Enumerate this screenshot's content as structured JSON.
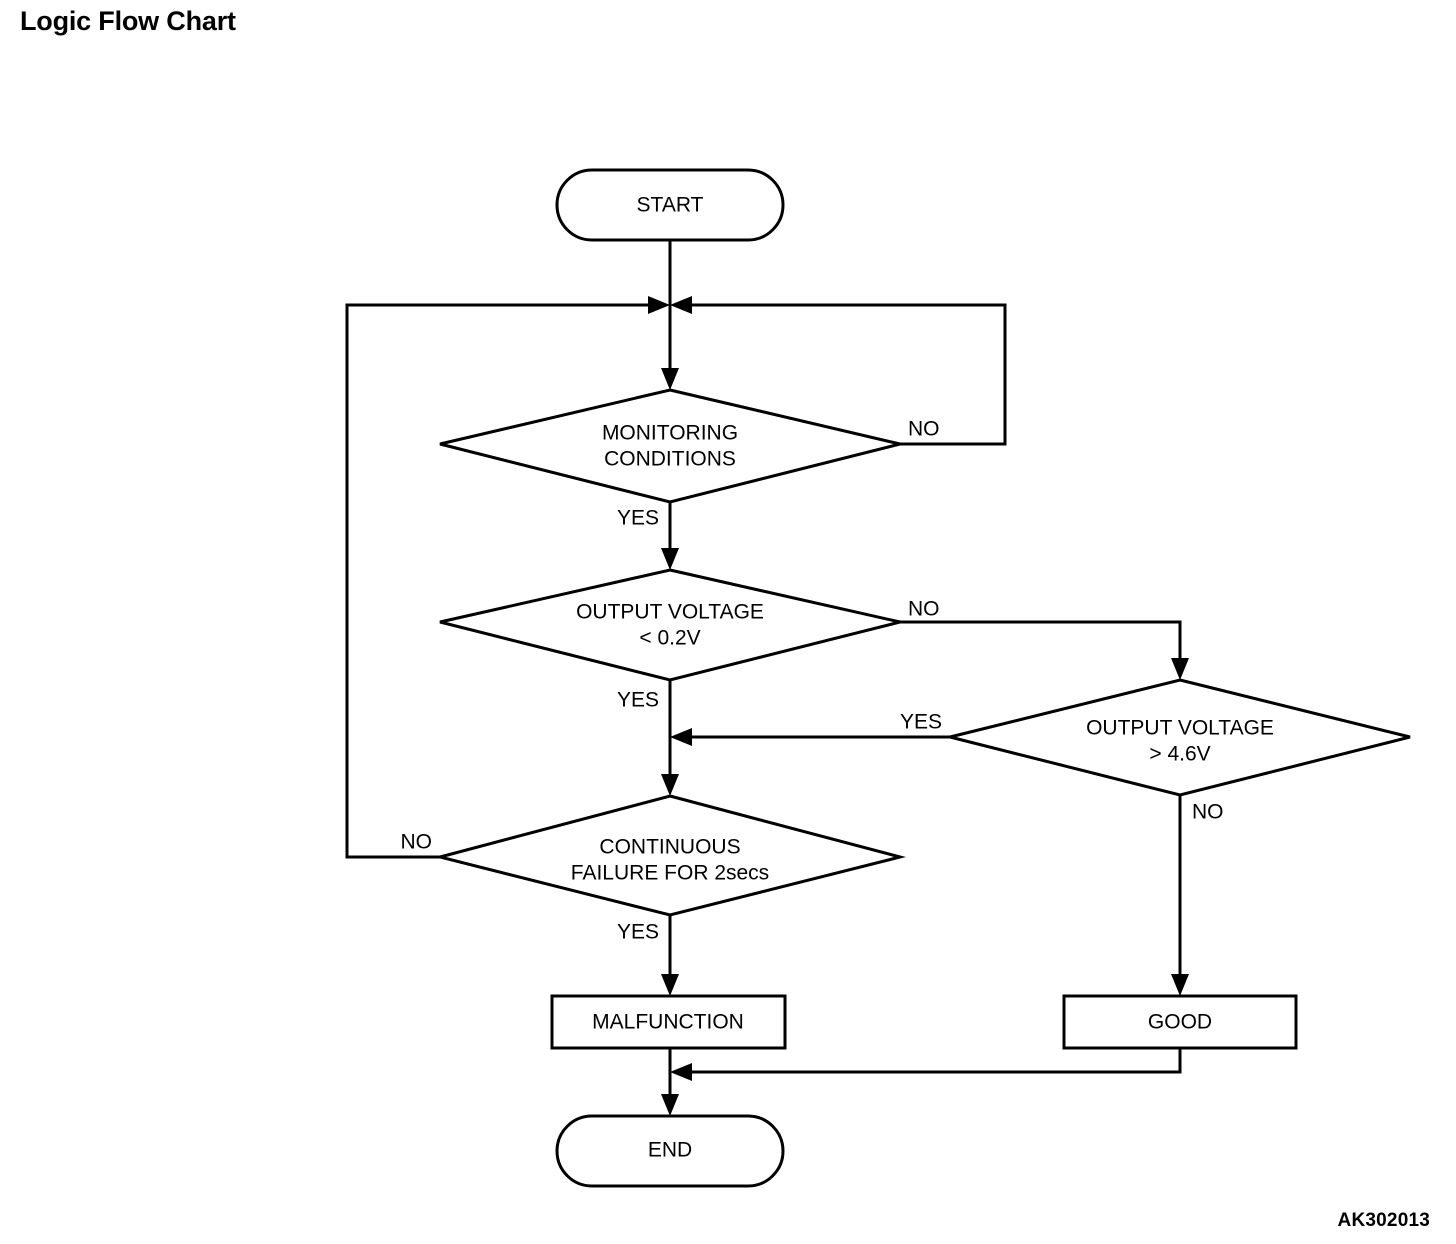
{
  "page": {
    "title": "Logic Flow Chart",
    "diagram_code": "AK302013",
    "background_color": "#ffffff",
    "line_color": "#000000"
  },
  "nodes": {
    "start": {
      "label": "START",
      "shape": "stadium"
    },
    "monitoring": {
      "label_line1": "MONITORING",
      "label_line2": "CONDITIONS",
      "shape": "diamond"
    },
    "voltage_low": {
      "label_line1": "OUTPUT VOLTAGE",
      "label_line2": "< 0.2V",
      "shape": "diamond"
    },
    "voltage_high": {
      "label_line1": "OUTPUT VOLTAGE",
      "label_line2": "> 4.6V",
      "shape": "diamond"
    },
    "continuous_failure": {
      "label_line1": "CONTINUOUS",
      "label_line2": "FAILURE FOR 2secs",
      "shape": "diamond"
    },
    "malfunction": {
      "label": "MALFUNCTION",
      "shape": "rectangle"
    },
    "good": {
      "label": "GOOD",
      "shape": "rectangle"
    },
    "end": {
      "label": "END",
      "shape": "stadium"
    }
  },
  "edge_labels": {
    "monitoring_no": "NO",
    "monitoring_yes": "YES",
    "voltage_low_no": "NO",
    "voltage_low_yes": "YES",
    "voltage_high_yes": "YES",
    "voltage_high_no": "NO",
    "failure_no": "NO",
    "failure_yes": "YES"
  },
  "chart_data": {
    "type": "flowchart",
    "title": "Logic Flow Chart",
    "nodes": [
      {
        "id": "start",
        "type": "terminator",
        "text": "START"
      },
      {
        "id": "monitoring",
        "type": "decision",
        "text": "MONITORING CONDITIONS"
      },
      {
        "id": "voltage_low",
        "type": "decision",
        "text": "OUTPUT VOLTAGE < 0.2V"
      },
      {
        "id": "voltage_high",
        "type": "decision",
        "text": "OUTPUT VOLTAGE > 4.6V"
      },
      {
        "id": "continuous_failure",
        "type": "decision",
        "text": "CONTINUOUS FAILURE FOR 2secs"
      },
      {
        "id": "malfunction",
        "type": "process",
        "text": "MALFUNCTION"
      },
      {
        "id": "good",
        "type": "process",
        "text": "GOOD"
      },
      {
        "id": "end",
        "type": "terminator",
        "text": "END"
      }
    ],
    "edges": [
      {
        "from": "start",
        "to": "monitoring",
        "label": ""
      },
      {
        "from": "monitoring",
        "to": "voltage_low",
        "label": "YES"
      },
      {
        "from": "monitoring",
        "to": "monitoring",
        "label": "NO"
      },
      {
        "from": "voltage_low",
        "to": "continuous_failure",
        "label": "YES"
      },
      {
        "from": "voltage_low",
        "to": "voltage_high",
        "label": "NO"
      },
      {
        "from": "voltage_high",
        "to": "continuous_failure",
        "label": "YES"
      },
      {
        "from": "voltage_high",
        "to": "good",
        "label": "NO"
      },
      {
        "from": "continuous_failure",
        "to": "malfunction",
        "label": "YES"
      },
      {
        "from": "continuous_failure",
        "to": "monitoring",
        "label": "NO"
      },
      {
        "from": "malfunction",
        "to": "end",
        "label": ""
      },
      {
        "from": "good",
        "to": "end",
        "label": ""
      }
    ]
  }
}
